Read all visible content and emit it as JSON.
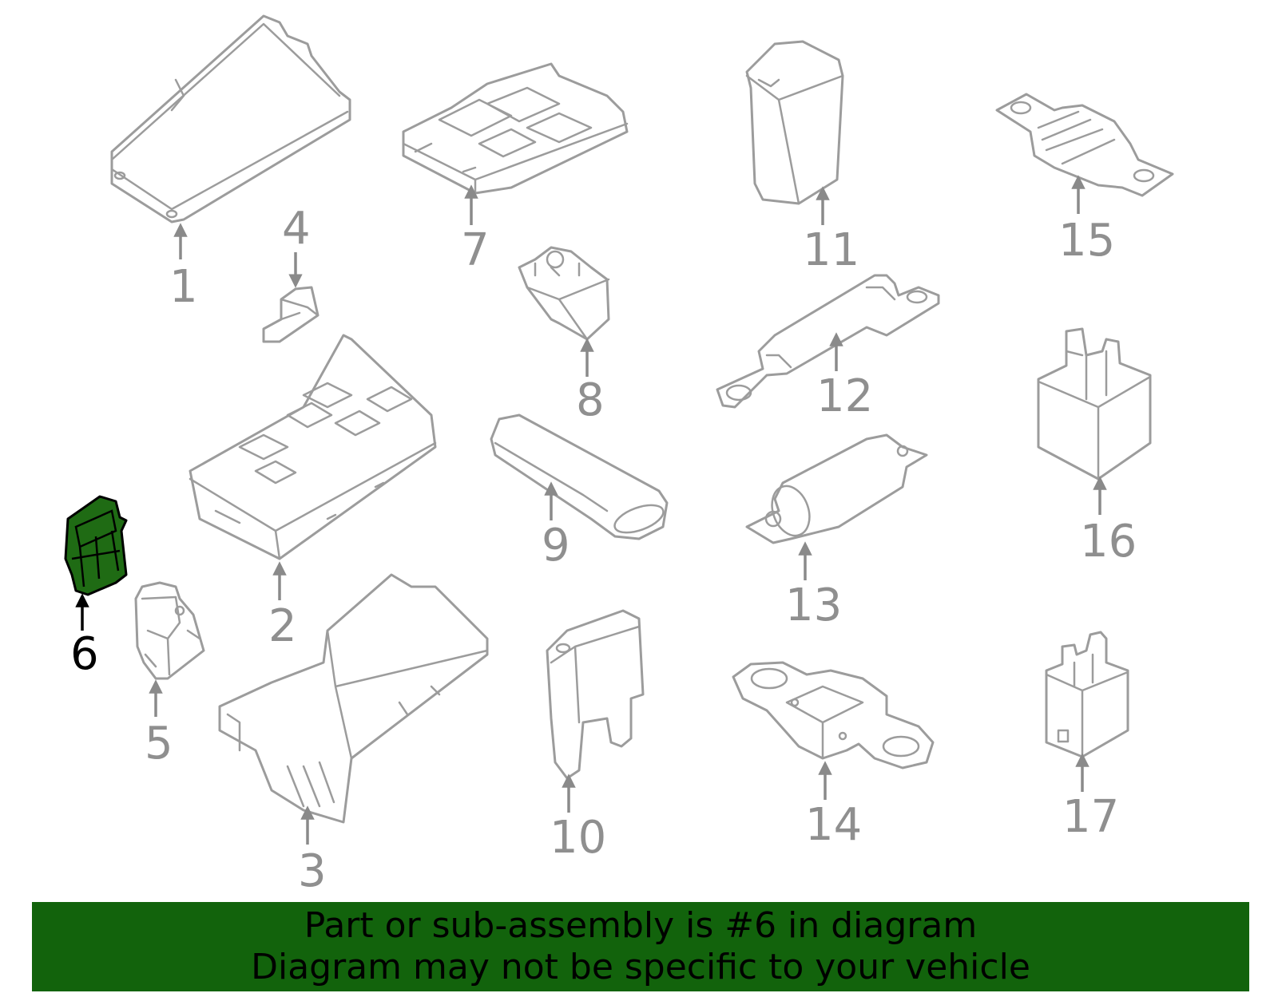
{
  "banner": {
    "line1": "Part or sub-assembly is #6 in diagram",
    "line2": "Diagram may not be specific to your vehicle",
    "background_color": "#12630c"
  },
  "highlight_color": "#1f6b14",
  "callouts": {
    "c1": "1",
    "c2": "2",
    "c3": "3",
    "c4": "4",
    "c5": "5",
    "c6": "6",
    "c7": "7",
    "c8": "8",
    "c9": "9",
    "c10": "10",
    "c11": "11",
    "c12": "12",
    "c13": "13",
    "c14": "14",
    "c15": "15",
    "c16": "16",
    "c17": "17"
  }
}
